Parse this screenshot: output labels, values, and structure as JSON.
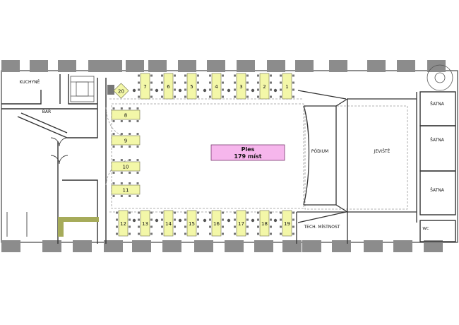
{
  "colors": {
    "wall": "#8c8c8c",
    "wall_dark": "#6f6f6f",
    "table": "#f3f7a8",
    "table_stroke": "#6f6f4a",
    "banner_fill": "#f6b6ec",
    "banner_stroke": "#7a3a70",
    "dashed": "#9a9a9a",
    "green_bar": "#a6ab5a"
  },
  "rooms": {
    "kitchen": "KUCHYNĚ",
    "bar": "BAR",
    "podium": "PÓDIUM",
    "stage": "JEVIŠTĚ",
    "cloakroom": "ŠATNA",
    "tech_room": "TECH. MÍSTNOST",
    "wc": "WC"
  },
  "banner": {
    "line1": "Ples",
    "line2": "179 míst"
  },
  "tables": {
    "top_row": [
      "20",
      "7",
      "6",
      "5",
      "4",
      "3",
      "2",
      "1"
    ],
    "left_column": [
      "8",
      "9",
      "10",
      "11"
    ],
    "bottom_row": [
      "12",
      "13",
      "14",
      "15",
      "16",
      "17",
      "18",
      "19"
    ]
  }
}
